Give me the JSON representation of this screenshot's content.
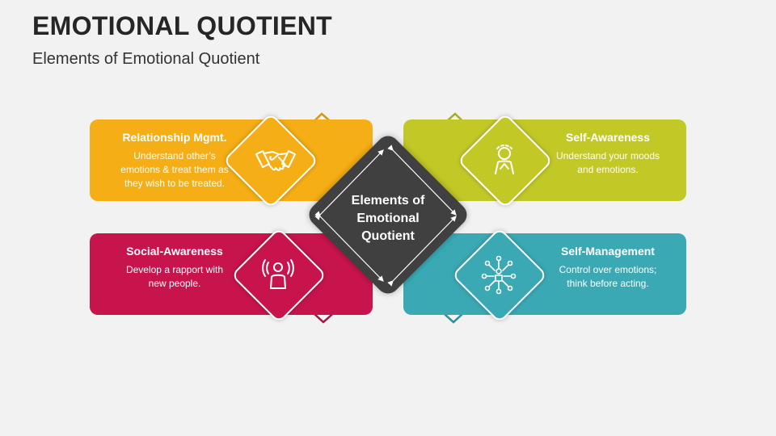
{
  "title": "EMOTIONAL QUOTIENT",
  "subtitle": "Elements of Emotional Quotient",
  "center": {
    "line1": "Elements of",
    "line2": "Emotional",
    "line3": "Quotient"
  },
  "cards": {
    "relationship": {
      "heading": "Relationship Mgmt.",
      "line1": "Understand other’s",
      "line2": "emotions & treat them as",
      "line3": "they wish to be treated.",
      "color": "#f6ae16",
      "icon": "handshake-icon"
    },
    "self_awareness": {
      "heading": "Self-Awareness",
      "line1": "Understand your moods",
      "line2": "and emotions.",
      "color": "#c2c927",
      "icon": "self-awareness-person-icon"
    },
    "social_awareness": {
      "heading": "Social-Awareness",
      "line1": "Develop a rapport with",
      "line2": "new people.",
      "color": "#c7144c",
      "icon": "broadcasting-person-icon"
    },
    "self_management": {
      "heading": "Self-Management",
      "line1": "Control over emotions;",
      "line2": "think before acting.",
      "color": "#3aa9b4",
      "icon": "network-person-icon"
    }
  },
  "center_color": "#404040",
  "background": "#f2f2f2"
}
